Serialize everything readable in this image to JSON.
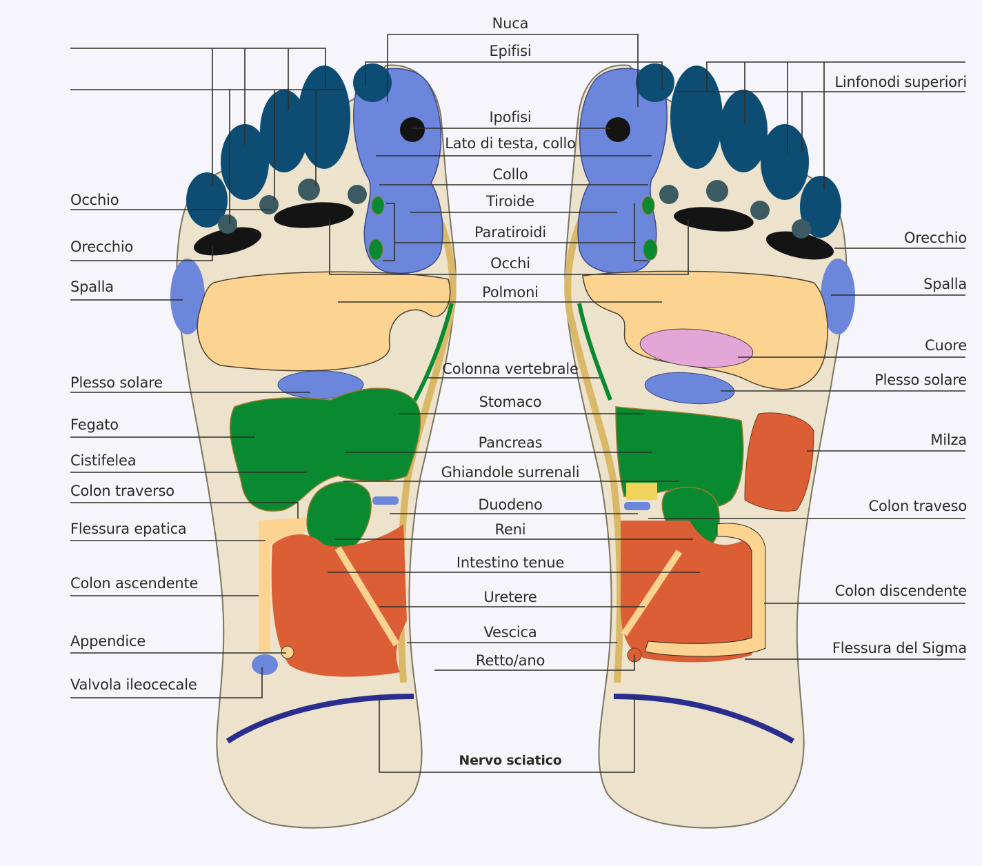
{
  "colors": {
    "background": "#f6f5fb",
    "skin": "#ede3cc",
    "lung_area": "#fdd392",
    "toe_dark": "#0d4d73",
    "head_blue": "#6c86dc",
    "eye_ear_black": "#141414",
    "organ_green": "#0a8a30",
    "intestine": "#db5e35",
    "heart_pink": "#e3a6d6",
    "sciatic_line": "#2b2d8e",
    "spine_band": "#d9b868",
    "leader_line": "#2d2e28"
  },
  "labels": {
    "left": [
      {
        "text": "Occhio"
      },
      {
        "text": "Orecchio"
      },
      {
        "text": "Spalla"
      },
      {
        "text": "Plesso solare"
      },
      {
        "text": "Fegato"
      },
      {
        "text": "Cistifelea"
      },
      {
        "text": "Colon traverso"
      },
      {
        "text": "Flessura epatica"
      },
      {
        "text": "Colon ascendente"
      },
      {
        "text": "Appendice"
      },
      {
        "text": "Valvola ileocecale"
      }
    ],
    "center": [
      {
        "text": "Nuca"
      },
      {
        "text": "Epifisi"
      },
      {
        "text": "Ipofisi"
      },
      {
        "text": "Lato di testa, collo"
      },
      {
        "text": "Collo"
      },
      {
        "text": "Tiroide"
      },
      {
        "text": "Paratiroidi"
      },
      {
        "text": "Occhi"
      },
      {
        "text": "Polmoni"
      },
      {
        "text": "Colonna vertebrale"
      },
      {
        "text": "Stomaco"
      },
      {
        "text": "Pancreas"
      },
      {
        "text": "Ghiandole surrenali"
      },
      {
        "text": "Duodeno"
      },
      {
        "text": "Reni"
      },
      {
        "text": "Intestino tenue"
      },
      {
        "text": "Uretere"
      },
      {
        "text": "Vescica"
      },
      {
        "text": "Retto/ano"
      },
      {
        "text": "Nervo sciatico"
      }
    ],
    "right": [
      {
        "text": "Linfonodi superiori"
      },
      {
        "text": "Orecchio"
      },
      {
        "text": "Spalla"
      },
      {
        "text": "Cuore"
      },
      {
        "text": "Plesso solare"
      },
      {
        "text": "Milza"
      },
      {
        "text": "Colon traveso"
      },
      {
        "text": "Colon discendente"
      },
      {
        "text": "Flessura del Sigma"
      }
    ]
  }
}
